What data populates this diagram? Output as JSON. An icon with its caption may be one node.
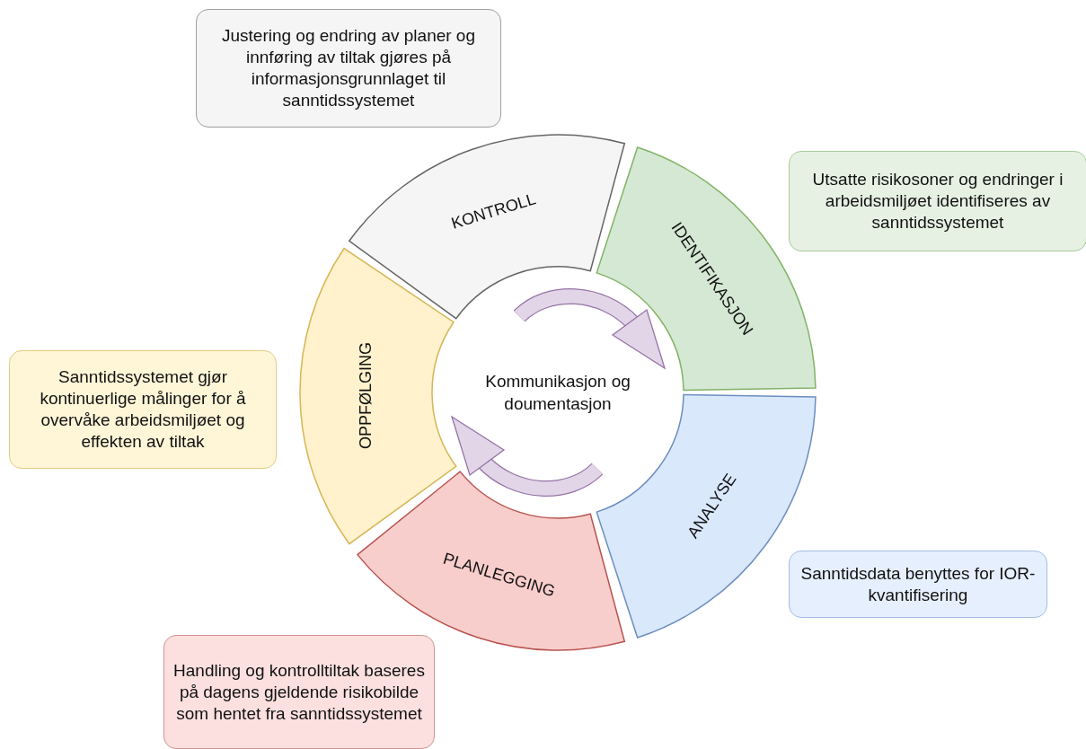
{
  "diagram": {
    "nodes": [
      {
        "text": [
          "Justering og endring av planer og innføring av tiltak gjøres på informasjonsgrunnlaget til sanntidssystemet"
        ]
      },
      {
        "text": [
          "KONTROLL"
        ]
      },
      {
        "text": [
          "Utsatte risikosoner og endringer i arbeidsmiljøet identifiseres av sanntidssystemet"
        ]
      },
      {
        "text": [
          "IDENTIFIKASJON"
        ]
      },
      {
        "text": [
          "Sanntidssystemet gjør kontinuerlige målinger for å overvåke arbeidsmiljøet og effekten av tiltak"
        ]
      },
      {
        "text": [
          "OPPFØLGING"
        ]
      },
      {
        "text": [
          "Kommunikasjon og doumentasjon"
        ]
      },
      {
        "text": [
          "ANALYSE"
        ]
      },
      {
        "text": [
          "Sanntidsdata benyttes for IOR-kvantifisering"
        ]
      },
      {
        "text": [
          "PLANLEGGING"
        ]
      },
      {
        "text": [
          "Handling og kontrolltiltak baseres på dagens gjeldende risikobilde som hentet fra sanntidssystemet"
        ]
      }
    ]
  }
}
